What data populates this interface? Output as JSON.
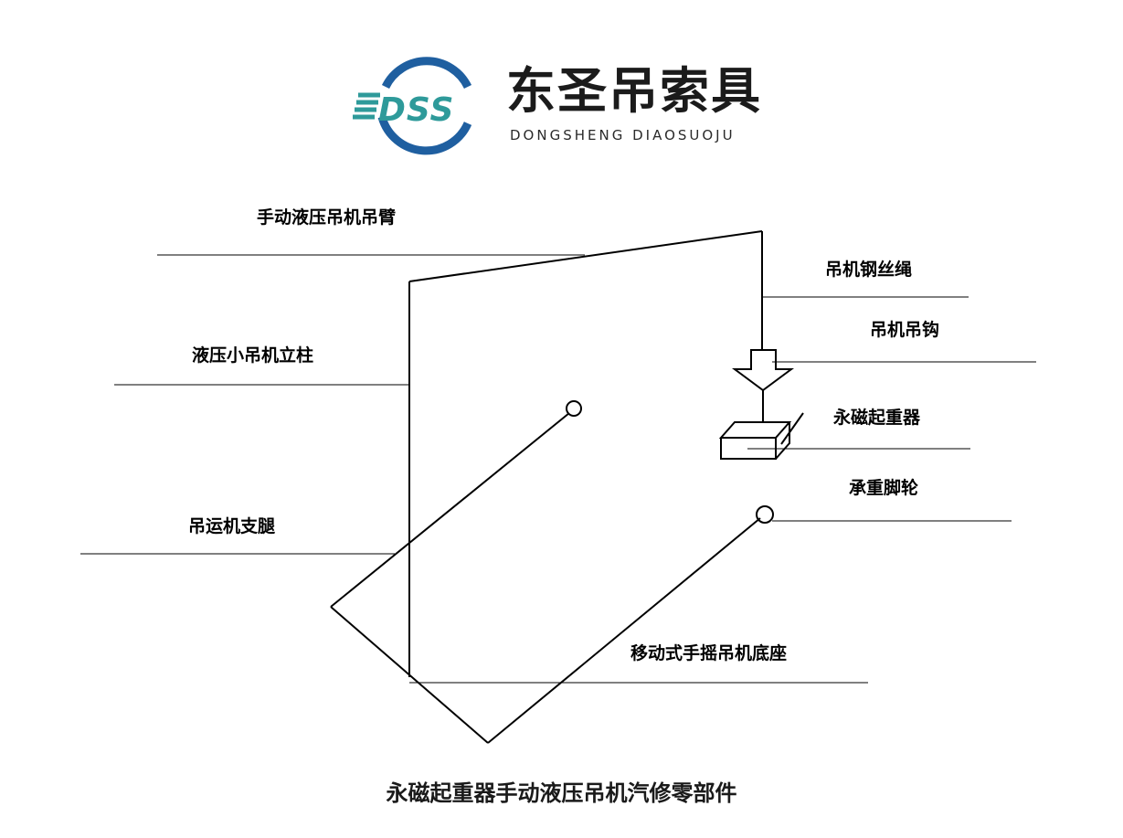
{
  "logo": {
    "name_cn": "东圣吊索具",
    "name_en": "DONGSHENG  DIAOSUOJU",
    "mark_letters": "DSS",
    "colors": {
      "ring": "#1f5fa0",
      "teal": "#2e9a9a"
    }
  },
  "labels": {
    "arm": "手动液压吊机吊臂",
    "wire": "吊机钢丝绳",
    "hook": "吊机吊钩",
    "column": "液压小吊机立柱",
    "lifter": "永磁起重器",
    "wheel": "承重脚轮",
    "leg": "吊运机支腿",
    "base": "移动式手摇吊机底座"
  },
  "caption": "永磁起重器手动液压吊机汽修零部件"
}
